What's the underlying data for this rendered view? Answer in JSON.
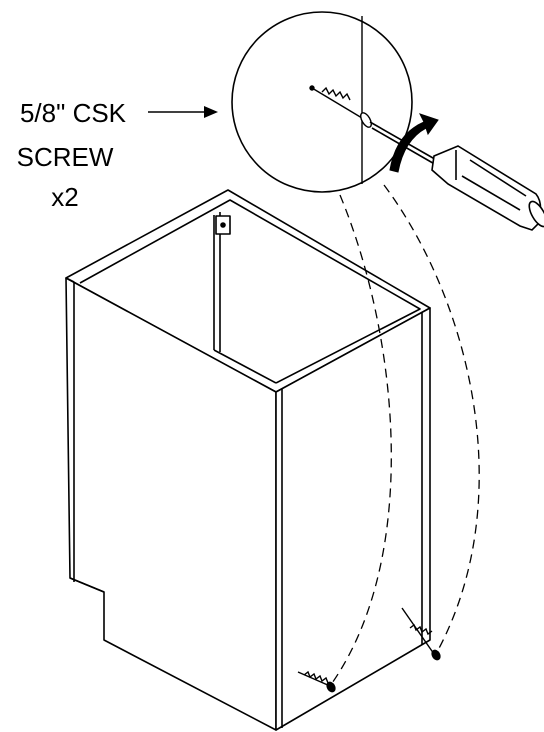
{
  "callout": {
    "line1": "5/8\" CSK",
    "line2": "SCREW",
    "line3": "x2"
  },
  "colors": {
    "stroke": "#000000",
    "background": "#ffffff",
    "handle": "#ffffff"
  },
  "icons": {
    "screw": "screw-icon",
    "screwdriver": "screwdriver-icon",
    "rotation_arrow": "rotation-arrow-icon"
  }
}
